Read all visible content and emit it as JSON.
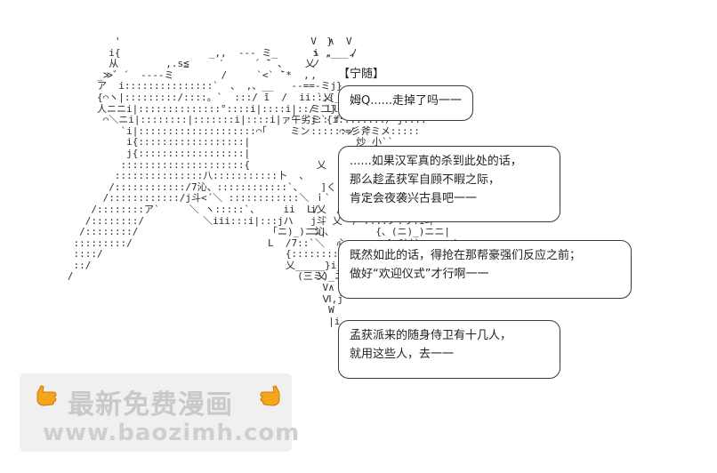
{
  "art": {
    "left_ascii": "           '                                   }   \n          i{               _,,  --- ミ_      i ,___ノ  \n          从        ,.s≦     ′     ´ ̄` 、   乂  \n        _≫゛´  ----ミ        /     `<` ̄`*  ,    \n        ア  i:::::::::::::::`  、 ,、__   --==-ミj}  \n        {⌒ヽ|:::::::::/::::。`  :::/ ̄i  /  ii::;{____,.s≦` \n        人ニニi|::::::::::::::°::::i|::::i|::/  Ll_,jl/:::::::::::::::| \n         ⌒＼ニi|::::::::|:::::::i|::::i|ァ午劣ミ`{i::::::::/´j:::: \n            `i|::::::::::::::::::::⌒｢    ミン     ⌒=彡斧ミメ::::: \n             i{::::::::::::::::::|                  炒 小`` \n             j{::::::::::::::::::|                    ,j,ii:::i \n            :::::::::::::::::::::{                    斤:::| \n           :::::::::::::::八:::::::::::卜  、     ／`   イ::i:::| \n          /::::::::::::/7沁、::::::::::::`、   ]く ノ`、 i八|::ii:::| \n         /::::::::::::/j斗<´＼ ::::::::::::＼ ｉ` ｒ ´ /`Vム:::ii:::| \n       /::::::::ア`     ＼ ヽ:::::`、    ii  L/   /   }ム:j|::::| \n      /::::::::/          ＼iii:::i|:::jハ    ``   ´/`7...ノ:リ:i斗 \n     /::::::::/                      「ニ)_)ニ沁、       {、(ニ)_)ニニ| \n    :::::::::/                       L  /7::`＼  心、     {_{``＼、:: i \n    ::::/                               {:::::::::V沁,   }_}  ＼_＼ \n    ::/                                 乂_____}i_{_{ム ノノ      ＼ ＼ \n   /                                      (三ミ)_ニ}_{ノ  ｜ ",
    "right_ascii": "  V  ∧  V\n  ヽ ,   ,\n  ノ\n  ,\n   \n   `乂\n  ミ二}\n  j:: f\n  ::::::ノ\n   \n   \n   乂\n   \n   \n   \n  i乂\n  j斗 乂\n  ニ|\n   \n   \n   \n   乂\n    V∧\n    Ⅵ,j\n     W\n     |i"
  },
  "speaker": "【宁随】",
  "bubbles": [
    {
      "lines": [
        "姆Q......走掉了吗一一"
      ]
    },
    {
      "lines": [
        "......如果汉军真的杀到此处的话，",
        "那么趁孟获军自顾不暇之际，",
        "肯定会夜袭兴古县吧一一"
      ]
    },
    {
      "lines": [
        "既然如此的话，得抢在那帮豪强们反应之前；",
        "做好“欢迎仪式”才行啊一一"
      ]
    },
    {
      "lines": [
        "孟获派来的随身侍卫有十几人，",
        "就用这些人，去一一"
      ]
    }
  ],
  "watermark": {
    "text_cn": "最新免费漫画",
    "url": "www.baozimh.com",
    "hand_color": "#f4a51c"
  }
}
